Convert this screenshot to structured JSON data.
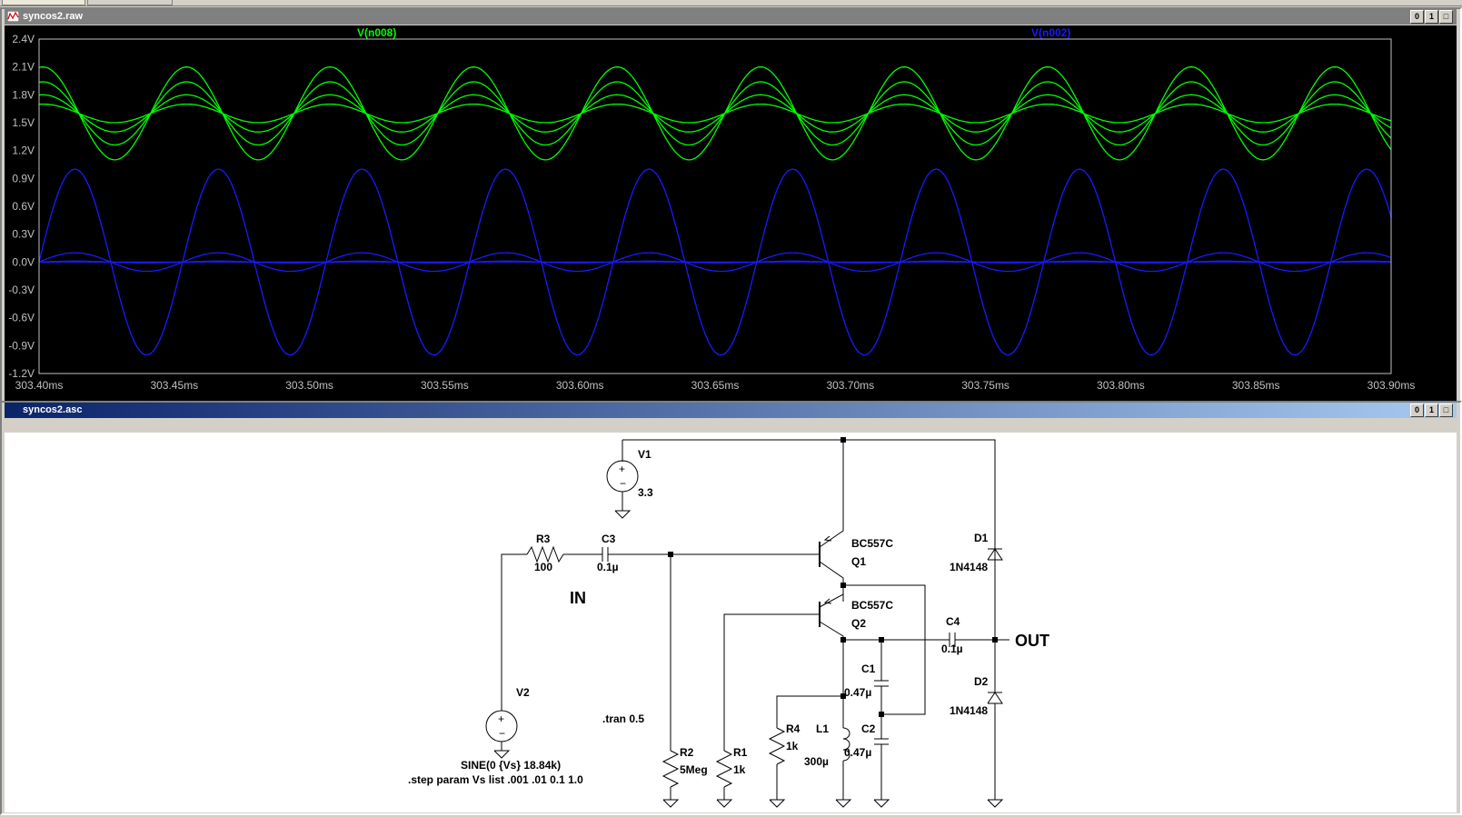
{
  "waveform_window": {
    "title": "syncos2.raw",
    "buttons": [
      "0",
      "1",
      "□"
    ]
  },
  "schematic_window": {
    "title": "syncos2.asc",
    "buttons": [
      "0",
      "1",
      "□"
    ]
  },
  "colors": {
    "trace_green": "#00ff00",
    "trace_blue": "#1a1aff",
    "plot_bg": "#000000",
    "title_active": "#0a246a",
    "title_inactive": "#808080"
  },
  "chart_data": {
    "type": "line",
    "title": "",
    "xlabel": "",
    "ylabel": "",
    "x_ticks": [
      "303.40ms",
      "303.45ms",
      "303.50ms",
      "303.55ms",
      "303.60ms",
      "303.65ms",
      "303.70ms",
      "303.75ms",
      "303.80ms",
      "303.85ms",
      "303.90ms"
    ],
    "y_ticks": [
      "2.4V",
      "2.1V",
      "1.8V",
      "1.5V",
      "1.2V",
      "0.9V",
      "0.6V",
      "0.3V",
      "0.0V",
      "-0.3V",
      "-0.6V",
      "-0.9V",
      "-1.2V"
    ],
    "xlim_ms": [
      303.4,
      303.9
    ],
    "ylim": [
      -1.2,
      2.4
    ],
    "frequency_hz": 18840,
    "legend": [
      "V(n008)",
      "V(n002)"
    ],
    "series": [
      {
        "name": "V(n008)",
        "offset": 1.6,
        "amplitude": 0.1,
        "phase_deg": 60
      },
      {
        "name": "V(n008)",
        "offset": 1.6,
        "amplitude": 0.2,
        "phase_deg": 60
      },
      {
        "name": "V(n008)",
        "offset": 1.6,
        "amplitude": 0.34,
        "phase_deg": 60
      },
      {
        "name": "V(n008)",
        "offset": 1.6,
        "amplitude": 0.5,
        "phase_deg": 60
      },
      {
        "name": "V(n002)",
        "offset": 0.0,
        "amplitude": 0.001,
        "phase_deg": -20
      },
      {
        "name": "V(n002)",
        "offset": 0.0,
        "amplitude": 0.01,
        "phase_deg": -20
      },
      {
        "name": "V(n002)",
        "offset": 0.0,
        "amplitude": 0.1,
        "phase_deg": -20
      },
      {
        "name": "V(n002)",
        "offset": 0.0,
        "amplitude": 1.0,
        "phase_deg": -20
      }
    ]
  },
  "schematic": {
    "V1": {
      "name": "V1",
      "value": "3.3"
    },
    "V2": {
      "name": "V2",
      "value": "SINE(0 {Vs} 18.84k)"
    },
    "R1": {
      "name": "R1",
      "value": "1k"
    },
    "R2": {
      "name": "R2",
      "value": "5Meg"
    },
    "R3": {
      "name": "R3",
      "value": "100"
    },
    "R4": {
      "name": "R4",
      "value": "1k"
    },
    "C1": {
      "name": "C1",
      "value": "0.47µ"
    },
    "C2": {
      "name": "C2",
      "value": "0.47µ"
    },
    "C3": {
      "name": "C3",
      "value": "0.1µ"
    },
    "C4": {
      "name": "C4",
      "value": "0.1µ"
    },
    "L1": {
      "name": "L1",
      "value": "300µ"
    },
    "Q1": {
      "name": "Q1",
      "model": "BC557C"
    },
    "Q2": {
      "name": "Q2",
      "model": "BC557C"
    },
    "D1": {
      "name": "D1",
      "model": "1N4148"
    },
    "D2": {
      "name": "D2",
      "model": "1N4148"
    },
    "label_in": "IN",
    "label_out": "OUT",
    "directive_tran": ".tran 0.5",
    "directive_step": ".step param Vs list .001 .01 0.1 1.0"
  }
}
